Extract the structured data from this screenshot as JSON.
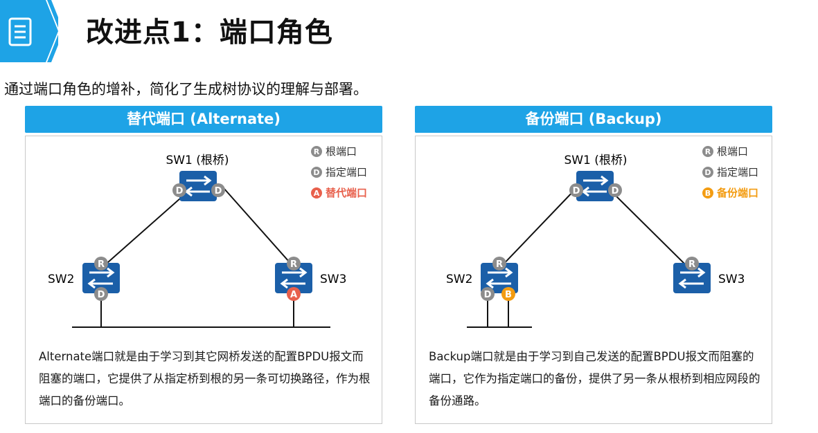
{
  "header": {
    "icon": "document-icon",
    "title": "改进点1：端口角色",
    "accent": "#1ea3e6"
  },
  "subtitle": "通过端口角色的增补，简化了生成树协议的理解与部署。",
  "panels": [
    {
      "title": "替代端口 (Alternate)",
      "root_label": "SW1 (根桥)",
      "left_label": "SW2",
      "right_label": "SW3",
      "legend": [
        {
          "badge": "R",
          "text": "根端口",
          "color": "#8c8c8c"
        },
        {
          "badge": "D",
          "text": "指定端口",
          "color": "#8c8c8c"
        },
        {
          "badge": "A",
          "text": "替代端口",
          "color": "#e8604c"
        }
      ],
      "badges": {
        "sw1_left": "D",
        "sw1_right": "D",
        "sw2_top": "R",
        "sw2_bottom": "D",
        "sw3_top": "R",
        "sw3_bottom": "A"
      },
      "description": "Alternate端口就是由于学习到其它网桥发送的配置BPDU报文而阻塞的端口，它提供了从指定桥到根的另一条可切换路径，作为根端口的备份端口。"
    },
    {
      "title": "备份端口 (Backup)",
      "root_label": "SW1 (根桥)",
      "left_label": "SW2",
      "right_label": "SW3",
      "legend": [
        {
          "badge": "R",
          "text": "根端口",
          "color": "#8c8c8c"
        },
        {
          "badge": "D",
          "text": "指定端口",
          "color": "#8c8c8c"
        },
        {
          "badge": "B",
          "text": "备份端口",
          "color": "#f39c12"
        }
      ],
      "badges": {
        "sw1_left": "D",
        "sw1_right": "D",
        "sw2_top": "R",
        "sw2_bottom_left": "D",
        "sw2_bottom_right": "B",
        "sw3_top": "R"
      },
      "description": "Backup端口就是由于学习到自己发送的配置BPDU报文而阻塞的端口，它作为指定端口的备份，提供了另一条从根桥到相应网段的备份通路。"
    }
  ]
}
